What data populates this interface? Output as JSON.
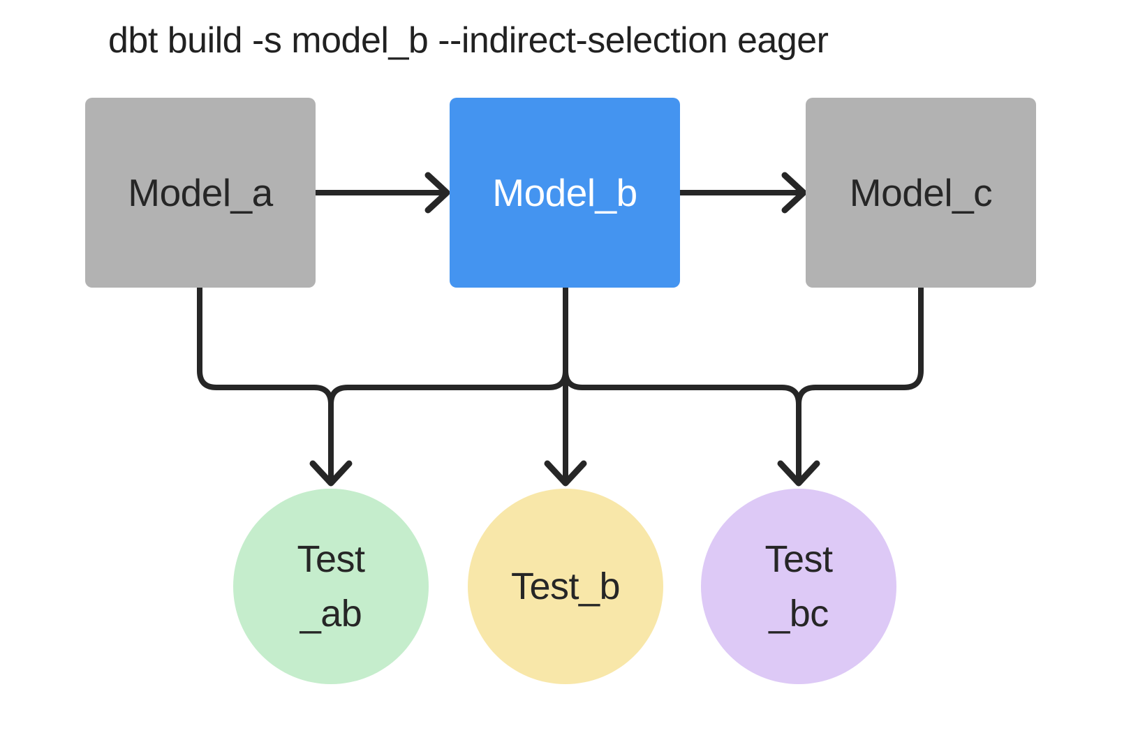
{
  "title": "dbt build -s model_b --indirect-selection eager",
  "colors": {
    "background": "#ffffff",
    "line": "#262626",
    "text_dark": "#262626",
    "model_default_fill": "#b2b2b2",
    "model_selected_fill": "#4494f0",
    "model_selected_text": "#ffffff",
    "test_ab_fill": "#c5edcc",
    "test_b_fill": "#f8e7a9",
    "test_bc_fill": "#ddc9f6"
  },
  "nodes": {
    "models": [
      {
        "id": "model_a",
        "label": "Model_a",
        "selected": false,
        "fill": "#b2b2b2",
        "text_color": "#262626"
      },
      {
        "id": "model_b",
        "label": "Model_b",
        "selected": true,
        "fill": "#4494f0",
        "text_color": "#ffffff"
      },
      {
        "id": "model_c",
        "label": "Model_c",
        "selected": false,
        "fill": "#b2b2b2",
        "text_color": "#262626"
      }
    ],
    "tests": [
      {
        "id": "test_ab",
        "lines": [
          "Test",
          "_ab"
        ],
        "fill": "#c5edcc"
      },
      {
        "id": "test_b",
        "lines": [
          "Test_b"
        ],
        "fill": "#f8e7a9"
      },
      {
        "id": "test_bc",
        "lines": [
          "Test",
          "_bc"
        ],
        "fill": "#ddc9f6"
      }
    ]
  },
  "edges": [
    {
      "from": "model_a",
      "to": "model_b",
      "style": "arrow"
    },
    {
      "from": "model_b",
      "to": "model_c",
      "style": "arrow"
    },
    {
      "from": "model_a",
      "to": "test_ab",
      "style": "arrow"
    },
    {
      "from": "model_b",
      "to": "test_ab",
      "style": "arrow"
    },
    {
      "from": "model_b",
      "to": "test_b",
      "style": "arrow"
    },
    {
      "from": "model_b",
      "to": "test_bc",
      "style": "arrow"
    },
    {
      "from": "model_c",
      "to": "test_bc",
      "style": "arrow"
    }
  ]
}
